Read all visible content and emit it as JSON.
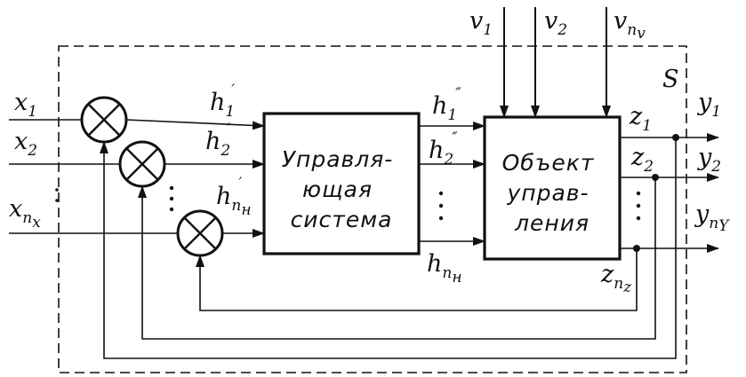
{
  "diagram": {
    "frame_label": "S",
    "inputs": [
      {
        "base": "x",
        "sub": "1"
      },
      {
        "base": "x",
        "sub": "2"
      },
      {
        "base": "x",
        "sub": "n",
        "sub2": "x"
      }
    ],
    "disturbances": [
      {
        "base": "v",
        "sub": "1"
      },
      {
        "base": "v",
        "sub": "2"
      },
      {
        "base": "v",
        "sub": "n",
        "sub2": "v"
      }
    ],
    "control_inputs": [
      {
        "base": "h",
        "sub": "1",
        "prime": "′"
      },
      {
        "base": "h",
        "sub": "2",
        "prime": "′"
      },
      {
        "base": "h",
        "sub": "n",
        "sub2": "н",
        "prime": "′"
      }
    ],
    "control_outputs": [
      {
        "base": "h",
        "sub": "1",
        "prime": "″"
      },
      {
        "base": "h",
        "sub": "2",
        "prime": "″"
      },
      {
        "base": "h",
        "sub": "n",
        "sub2": "н"
      }
    ],
    "states": [
      {
        "base": "z",
        "sub": "1"
      },
      {
        "base": "z",
        "sub": "2"
      },
      {
        "base": "z",
        "sub": "n",
        "sub2": "z"
      }
    ],
    "outputs": [
      {
        "base": "y",
        "sub": "1"
      },
      {
        "base": "y",
        "sub": "2"
      },
      {
        "base": "y",
        "sub": "n",
        "sub2": "Y"
      }
    ],
    "control_system_lines": [
      "Управля-",
      "ющая",
      "система"
    ],
    "object_lines": [
      "Объект",
      "управ-",
      "ления"
    ]
  }
}
